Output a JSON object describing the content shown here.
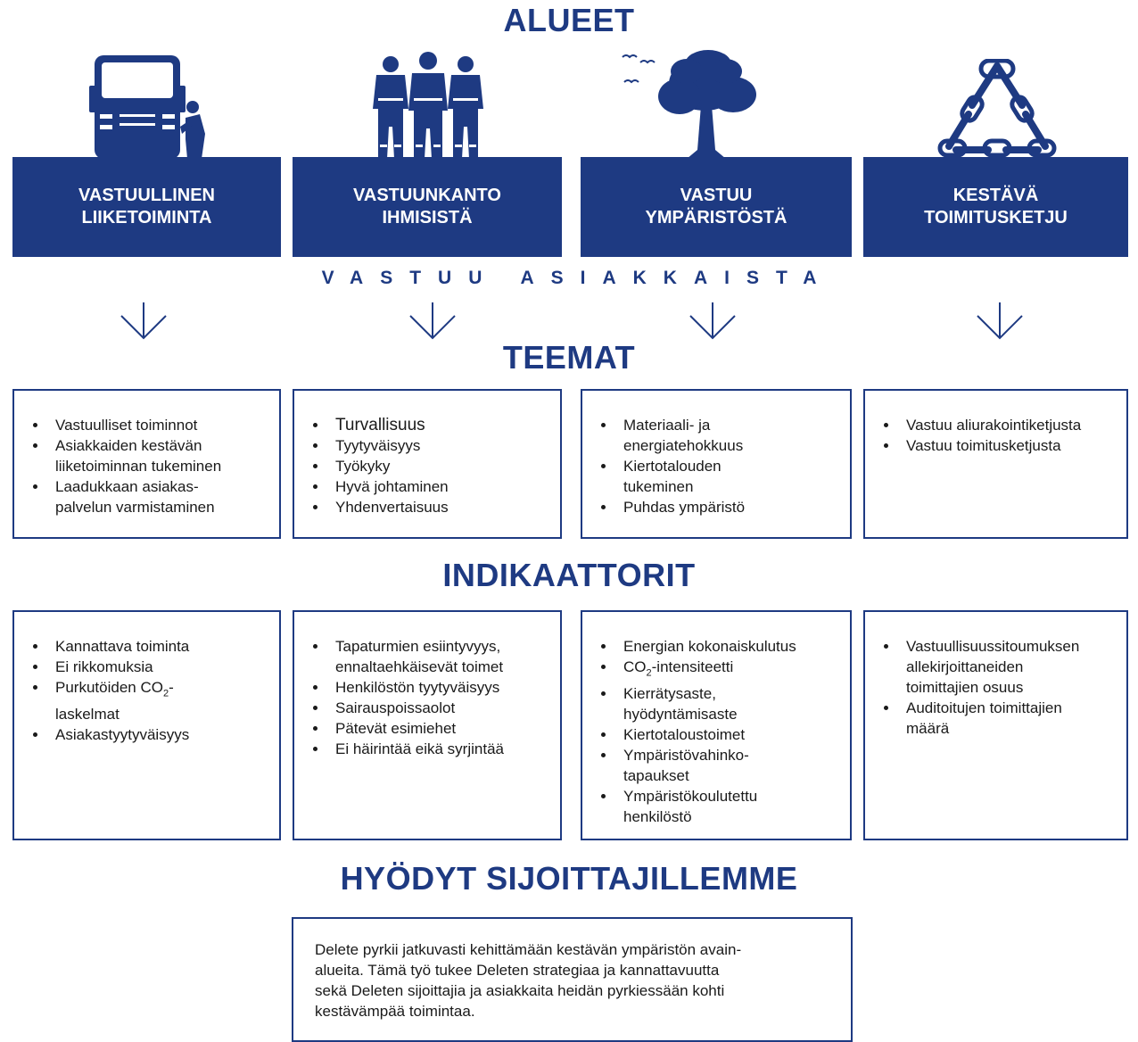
{
  "colors": {
    "brand_blue": "#1e3a82",
    "text": "#1a1a1a",
    "background": "#ffffff"
  },
  "sections": {
    "areas_title": "ALUEET",
    "themes_title": "TEEMAT",
    "indicators_title": "INDIKAATTORIT",
    "benefits_title": "HYÖDYT SIJOITTAJILLEMME"
  },
  "customer_responsibility": "VASTUU ASIAKKAISTA",
  "areas": [
    {
      "icon": "truck-icon",
      "lines": [
        "VASTUULLINEN",
        "LIIKETOIMINTA"
      ]
    },
    {
      "icon": "workers-icon",
      "lines": [
        "VASTUUNKANTO",
        "IHMISISTÄ"
      ]
    },
    {
      "icon": "tree-icon",
      "lines": [
        "VASTUU",
        "YMPÄRISTÖSTÄ"
      ]
    },
    {
      "icon": "chain-icon",
      "lines": [
        "KESTÄVÄ",
        "TOIMITUSKETJU"
      ]
    }
  ],
  "themes": [
    {
      "items": [
        {
          "lines": [
            "Vastuulliset toiminnot"
          ]
        },
        {
          "lines": [
            "Asiakkaiden kestävän",
            "liiketoiminnan tukeminen"
          ]
        },
        {
          "lines": [
            "Laadukkaan asiakas-",
            "palvelun varmistaminen"
          ]
        }
      ]
    },
    {
      "items": [
        {
          "lines": [
            "Turvallisuus"
          ]
        },
        {
          "lines": [
            "Tyytyväisyys"
          ]
        },
        {
          "lines": [
            "Työkyky"
          ]
        },
        {
          "lines": [
            "Hyvä johtaminen"
          ]
        },
        {
          "lines": [
            "Yhdenvertaisuus"
          ]
        }
      ]
    },
    {
      "items": [
        {
          "lines": [
            "Materiaali- ja",
            "energiatehokkuus"
          ]
        },
        {
          "lines": [
            "Kiertotalouden",
            "tukeminen"
          ]
        },
        {
          "lines": [
            "Puhdas ympäristö"
          ]
        }
      ]
    },
    {
      "items": [
        {
          "lines": [
            "Vastuu aliurakointiketjusta"
          ]
        },
        {
          "lines": [
            "Vastuu toimitusketjusta"
          ]
        }
      ]
    }
  ],
  "indicators": [
    {
      "items": [
        {
          "lines": [
            "Kannattava toiminta"
          ]
        },
        {
          "lines": [
            "Ei rikkomuksia"
          ]
        },
        {
          "lines": [
            "Purkutöiden CO",
            "laskelmat"
          ],
          "sub": "2",
          "after": "-"
        },
        {
          "lines": [
            "Asiakastyytyväisyys"
          ]
        }
      ]
    },
    {
      "items": [
        {
          "lines": [
            "Tapaturmien esiintyvyys,",
            "ennaltaehkäisevät toimet"
          ]
        },
        {
          "lines": [
            "Henkilöstön tyytyväisyys"
          ]
        },
        {
          "lines": [
            "Sairauspoissaolot"
          ]
        },
        {
          "lines": [
            "Pätevät esimiehet"
          ]
        },
        {
          "lines": [
            "Ei häirintää eikä syrjintää"
          ]
        }
      ]
    },
    {
      "items": [
        {
          "lines": [
            "Energian kokonaiskulutus"
          ]
        },
        {
          "lines": [
            "CO"
          ],
          "sub": "2",
          "after": "-intensiteetti"
        },
        {
          "lines": [
            "Kierrätysaste,",
            "hyödyntämisaste"
          ]
        },
        {
          "lines": [
            "Kiertotaloustoimet"
          ]
        },
        {
          "lines": [
            "Ympäristövahinko-",
            "tapaukset"
          ]
        },
        {
          "lines": [
            "Ympäristökoulutettu",
            "henkilöstö"
          ]
        }
      ]
    },
    {
      "items": [
        {
          "lines": [
            "Vastuullisuussitoumuksen",
            "allekirjoittaneiden",
            "toimittajien osuus"
          ]
        },
        {
          "lines": [
            "Auditoitujen toimittajien",
            "määrä"
          ]
        }
      ]
    }
  ],
  "benefits": {
    "lines": [
      "Delete pyrkii jatkuvasti kehittämään kestävän ympäristön avain-",
      "alueita. Tämä työ tukee Deleten strategiaa ja kannattavuutta",
      "sekä Deleten sijoittajia ja asiakkaita heidän pyrkiessään kohti",
      "kestävämpää toimintaa."
    ]
  }
}
